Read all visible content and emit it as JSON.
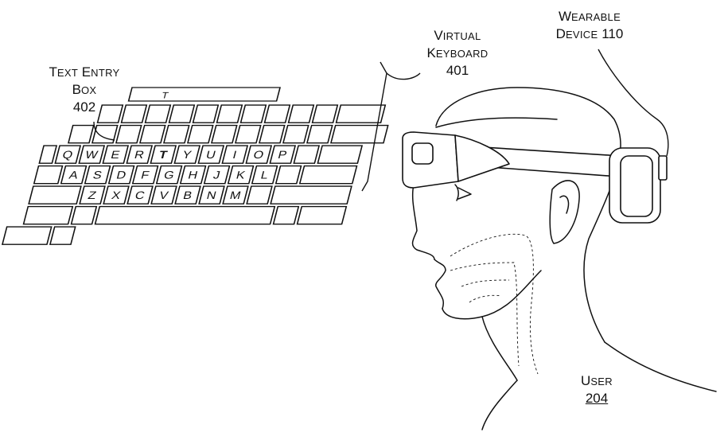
{
  "labels": {
    "text_entry_box": {
      "line1": "Text Entry",
      "line2": "Box",
      "ref": "402"
    },
    "virtual_keyboard": {
      "line1": "Virtual",
      "line2": "keyboard",
      "ref": "401"
    },
    "wearable_device": {
      "line1": "Wearable",
      "line2": "Device 110"
    },
    "user": {
      "line1": "User",
      "ref": "204"
    }
  },
  "text_entry_box": {
    "content": "T"
  },
  "keyboard": {
    "rows": [
      [
        "Q",
        "W",
        "E",
        "R",
        "T",
        "Y",
        "U",
        "I",
        "O",
        "P"
      ],
      [
        "A",
        "S",
        "D",
        "F",
        "G",
        "H",
        "J",
        "K",
        "L"
      ],
      [
        "Z",
        "X",
        "C",
        "V",
        "B",
        "N",
        "M"
      ]
    ],
    "highlighted_key": "T"
  },
  "colors": {
    "line": "#111111",
    "background": "#ffffff"
  }
}
